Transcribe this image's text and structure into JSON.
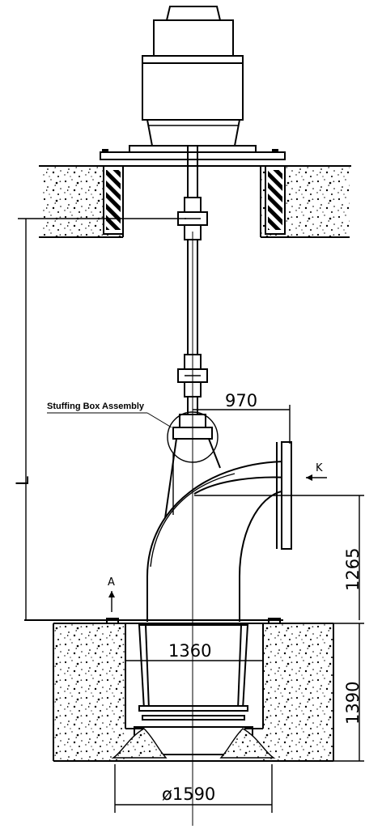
{
  "labels": {
    "stuffing_box": "Stuffing Box Assembly",
    "dim_970": "970",
    "dim_1265": "1265",
    "dim_1360": "1360",
    "dim_1390": "1390",
    "dim_1590": "ø1590",
    "dim_L": "L",
    "marker_K": "K",
    "marker_A": "A"
  }
}
